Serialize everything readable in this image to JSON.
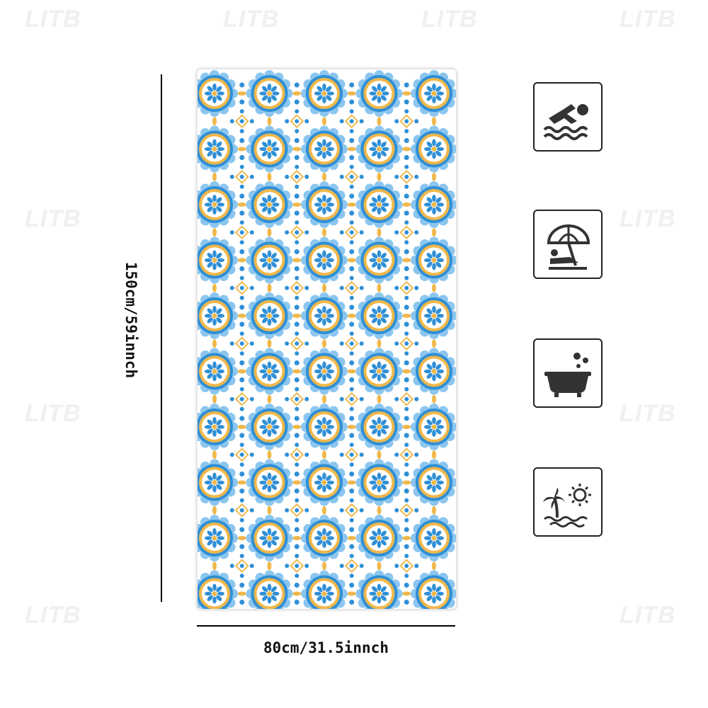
{
  "watermark": {
    "text": "LITB"
  },
  "dimensions": {
    "height_label": "150cm/59innch",
    "width_label": "80cm/31.5innch"
  },
  "towel": {
    "pattern": "blue and yellow medallion tile pattern",
    "colors": {
      "blue": "#2f8fd6",
      "light_blue": "#8cc6ef",
      "yellow": "#f0b84a",
      "background": "#ffffff"
    }
  },
  "icons": [
    {
      "name": "swimmer-icon"
    },
    {
      "name": "beach-umbrella-icon"
    },
    {
      "name": "bathtub-icon"
    },
    {
      "name": "palm-sun-icon"
    }
  ]
}
